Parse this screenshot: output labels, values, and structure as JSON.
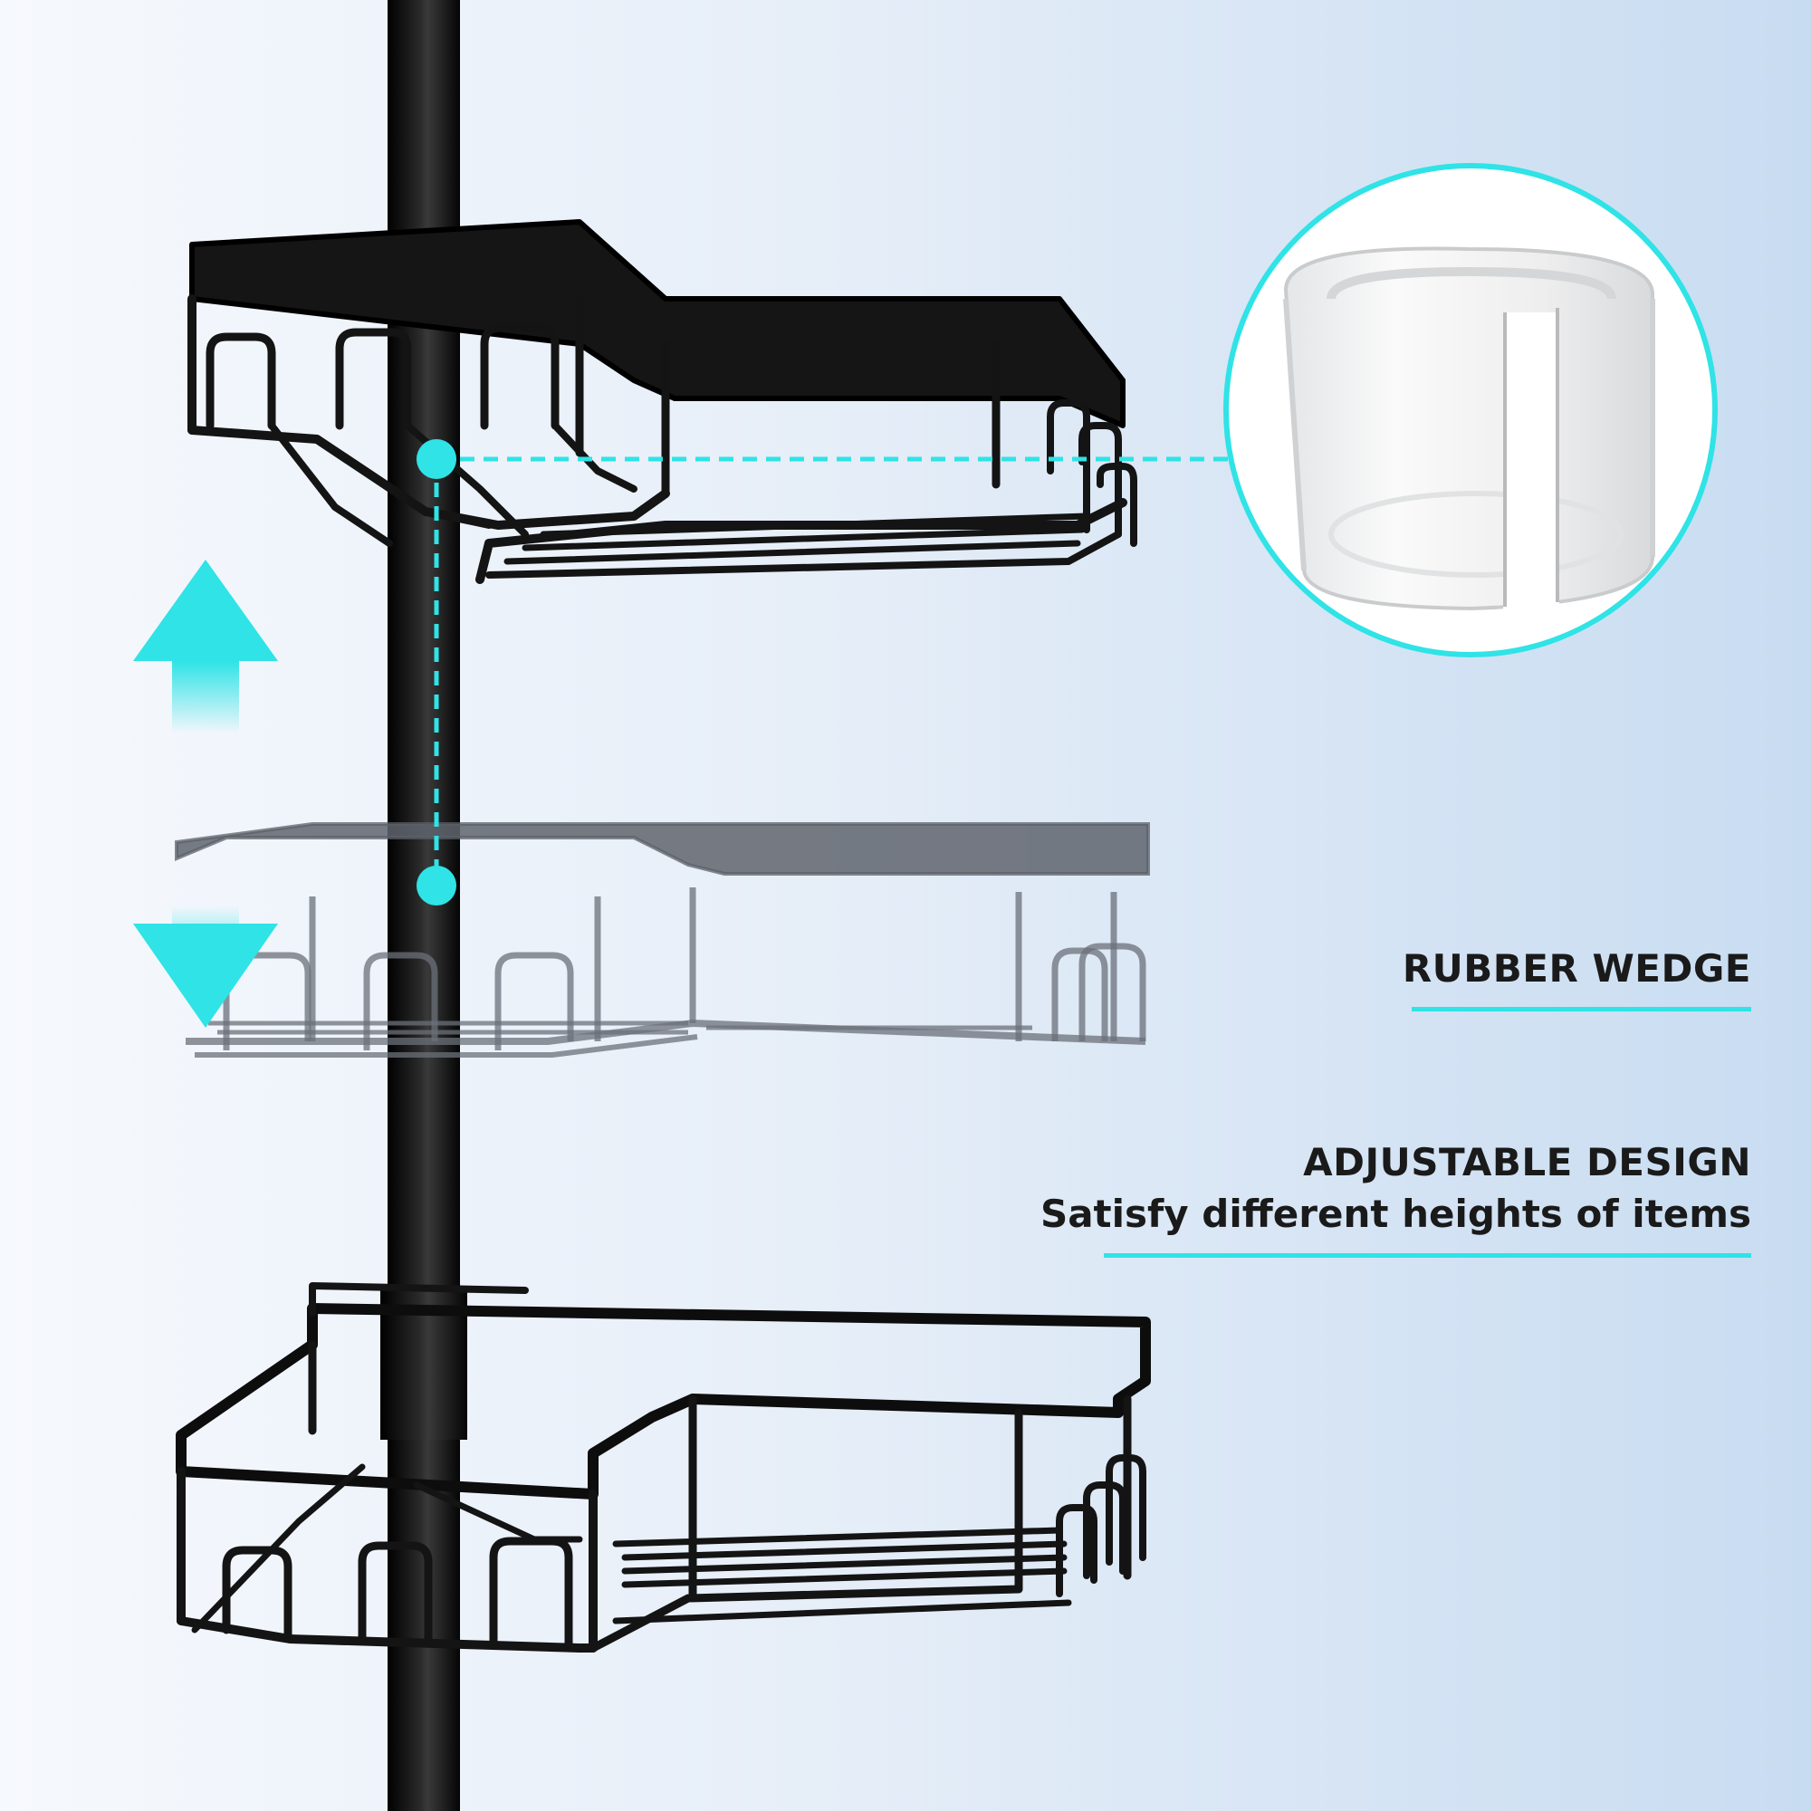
{
  "features": {
    "rubber_wedge": {
      "title": "RUBBER WEDGE"
    },
    "adjustable_design": {
      "title": "ADJUSTABLE DESIGN",
      "subtitle": "Satisfy different heights of items"
    }
  },
  "colors": {
    "accent": "#2fe3e6",
    "rack": "#141414",
    "ghost_rack": "#6b7079",
    "text": "#1a1a1a"
  },
  "icons": {
    "move_arrows": "up-down-arrow-icon",
    "callout": "magnifier-callout"
  }
}
